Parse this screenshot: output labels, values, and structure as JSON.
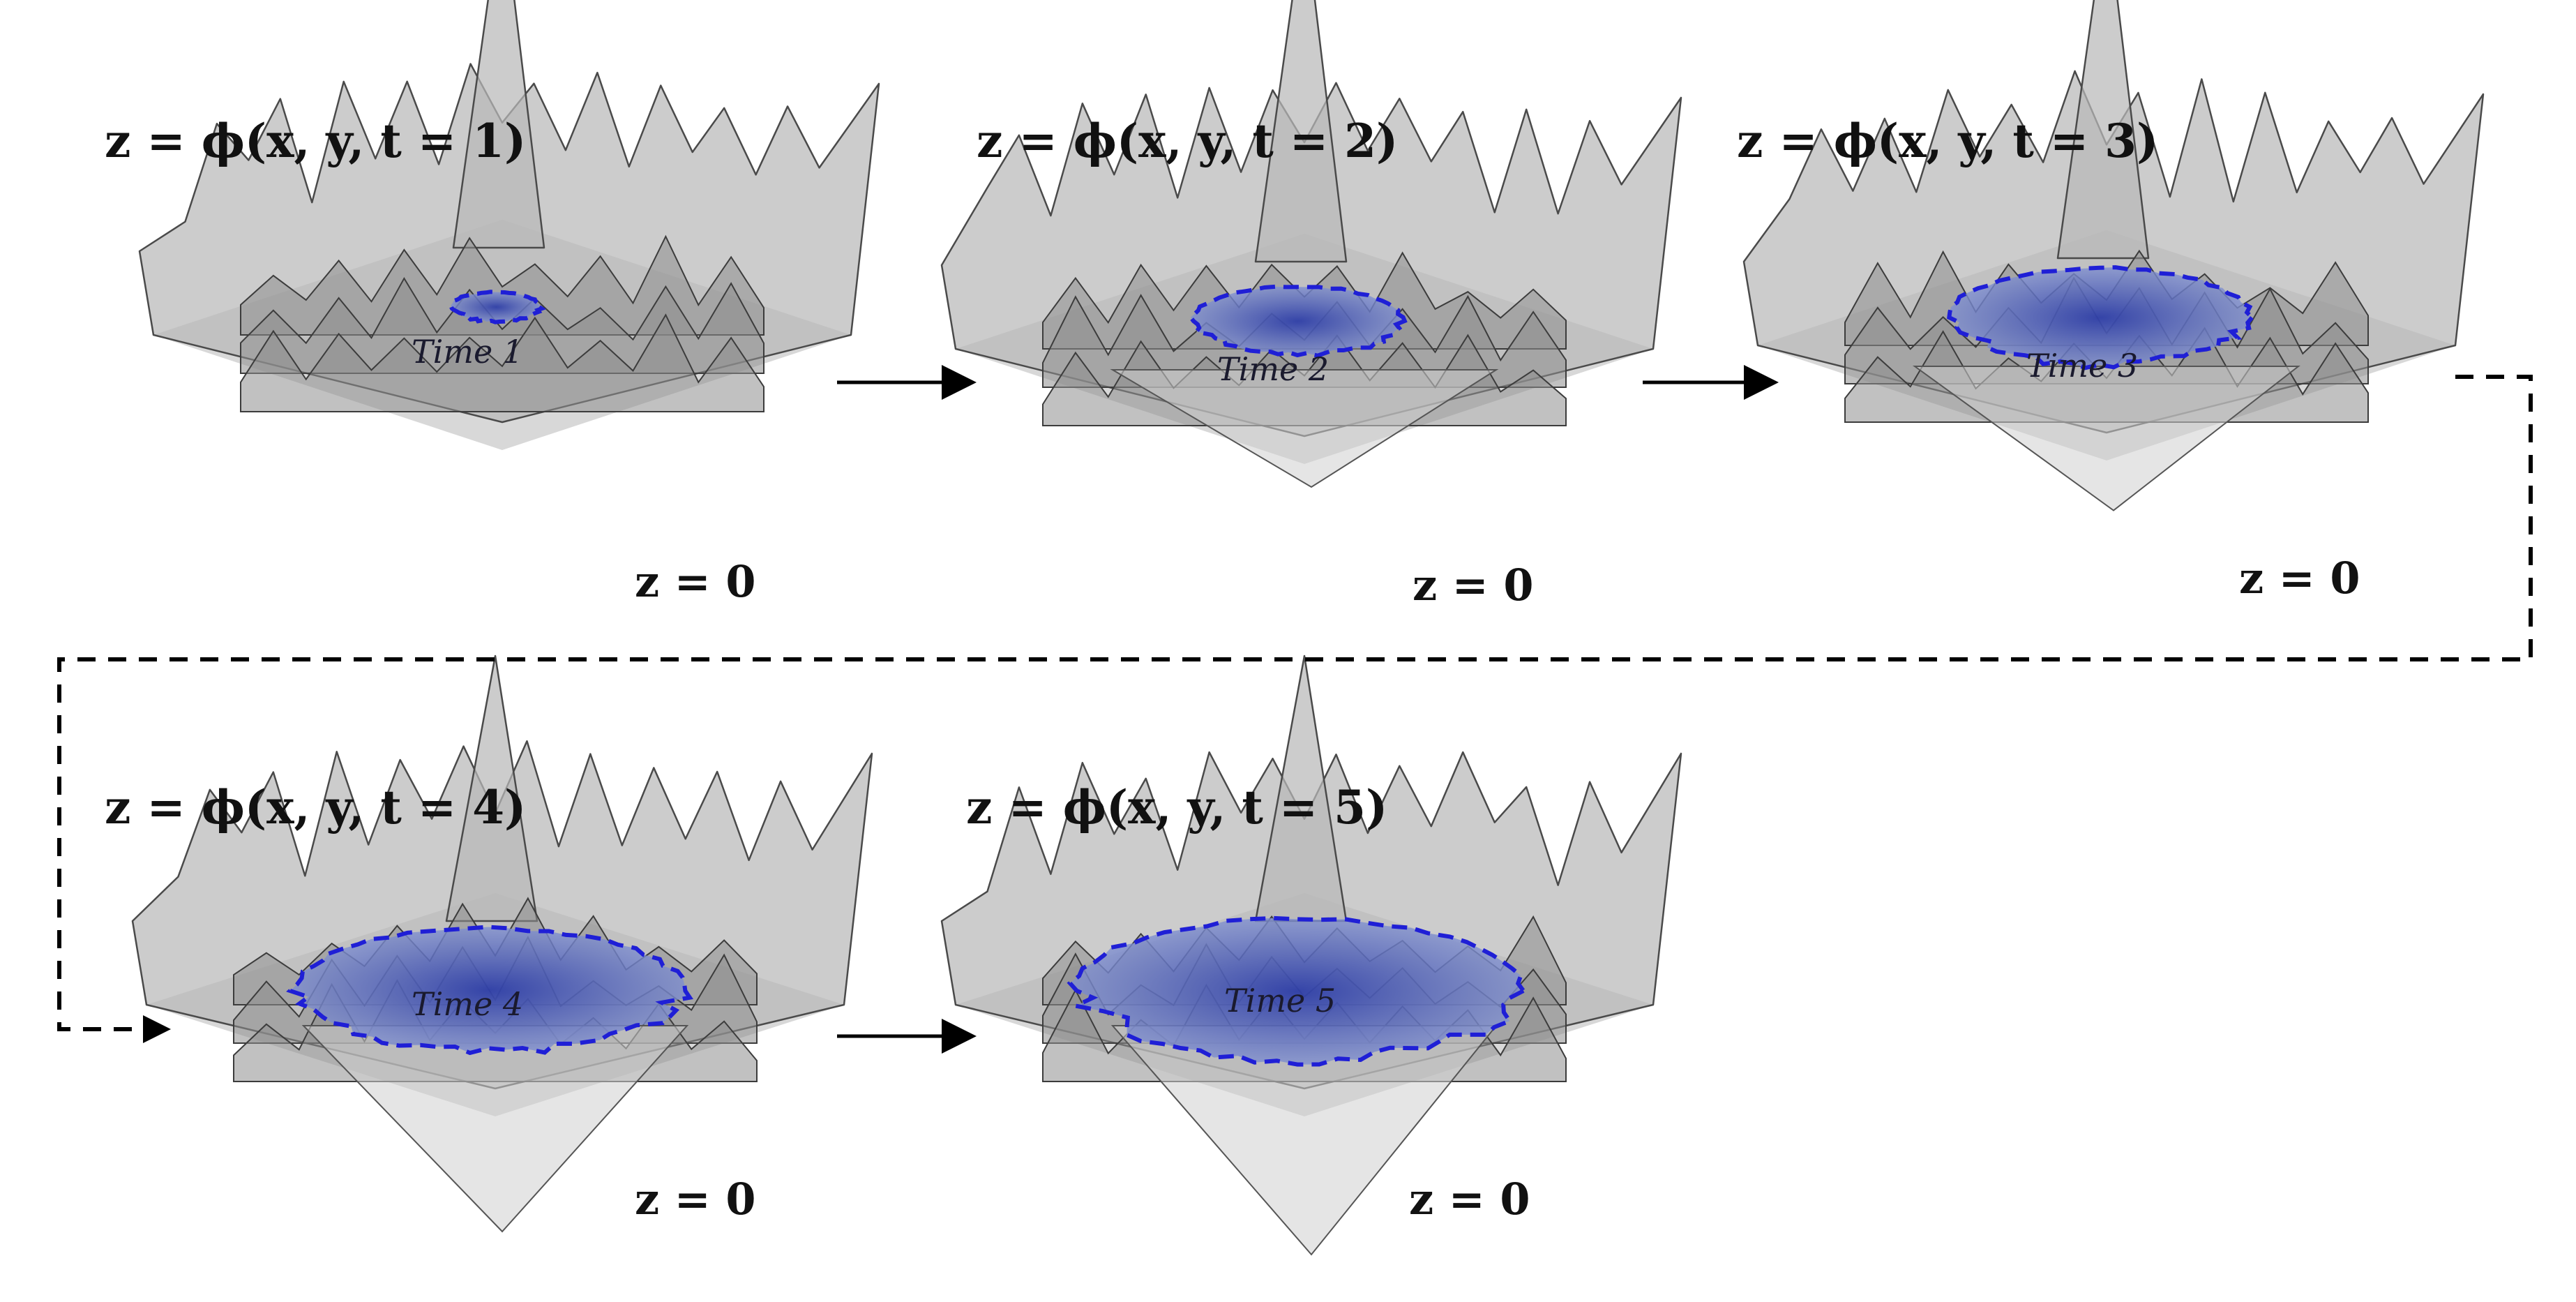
{
  "panels": [
    {
      "equation": "z =  ϕ(x, y, t = 1)",
      "zero_label": "z = 0",
      "region_label": "Time 1",
      "region_size": 0.12
    },
    {
      "equation": "z =  ϕ(x, y, t = 2)",
      "zero_label": "z = 0",
      "region_label": "Time 2",
      "region_size": 0.28
    },
    {
      "equation": "z =  ϕ(x, y, t = 3)",
      "zero_label": "z = 0",
      "region_label": "Time 3",
      "region_size": 0.4
    },
    {
      "equation": "z =  ϕ(x, y, t = 4)",
      "zero_label": "z = 0",
      "region_label": "Time 4",
      "region_size": 0.52
    },
    {
      "equation": "z =  ϕ(x, y, t = 5)",
      "zero_label": "z = 0",
      "region_label": "Time 5",
      "region_size": 0.6
    }
  ],
  "colors": {
    "contour": "#1f1fd6",
    "region_fill": "#5a6bc4",
    "surface": "#b9b9b9",
    "plane": "#d4d4d4"
  }
}
